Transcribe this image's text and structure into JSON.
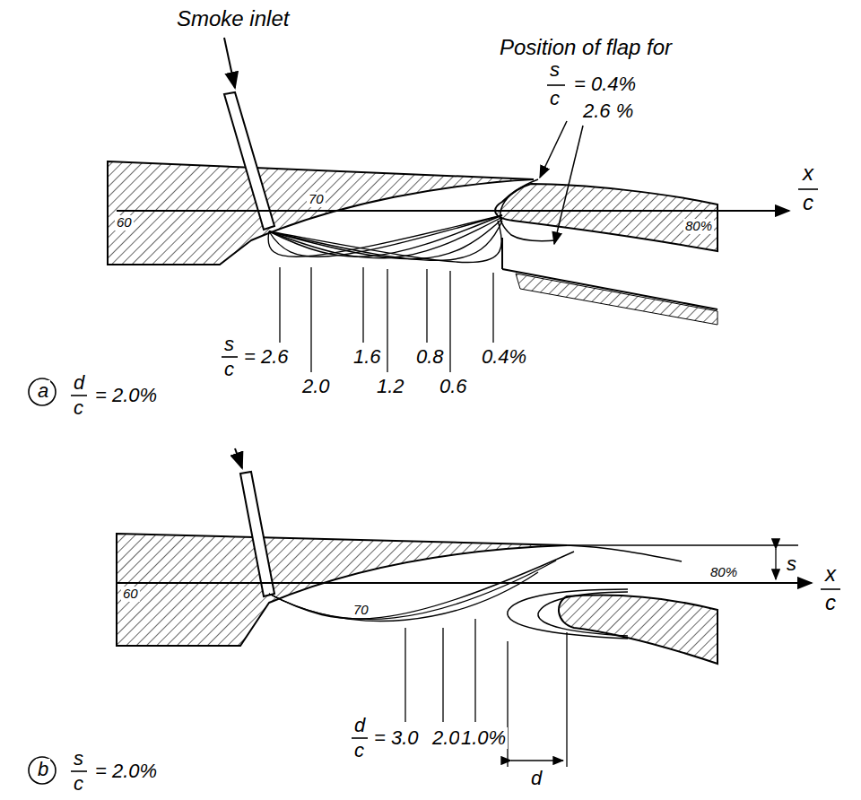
{
  "diagram": {
    "labels": [
      "Smoke inlet",
      "Position of flap for",
      "s",
      "c",
      "= 0.4%",
      "2.6 %",
      "60",
      "70",
      "80%",
      "x",
      "c",
      "s",
      "c",
      "= 2.6",
      "1.6",
      "0.8",
      "0.4%",
      "2.0",
      "1.2",
      "0.6",
      "a",
      "d",
      "c",
      "= 2.0%",
      "60",
      "70",
      "80%",
      "s",
      "x",
      "c",
      "d",
      "c",
      "= 3.0",
      "2.0",
      "1.0%",
      "d",
      "b",
      "s",
      "c",
      "= 2.0%"
    ]
  }
}
